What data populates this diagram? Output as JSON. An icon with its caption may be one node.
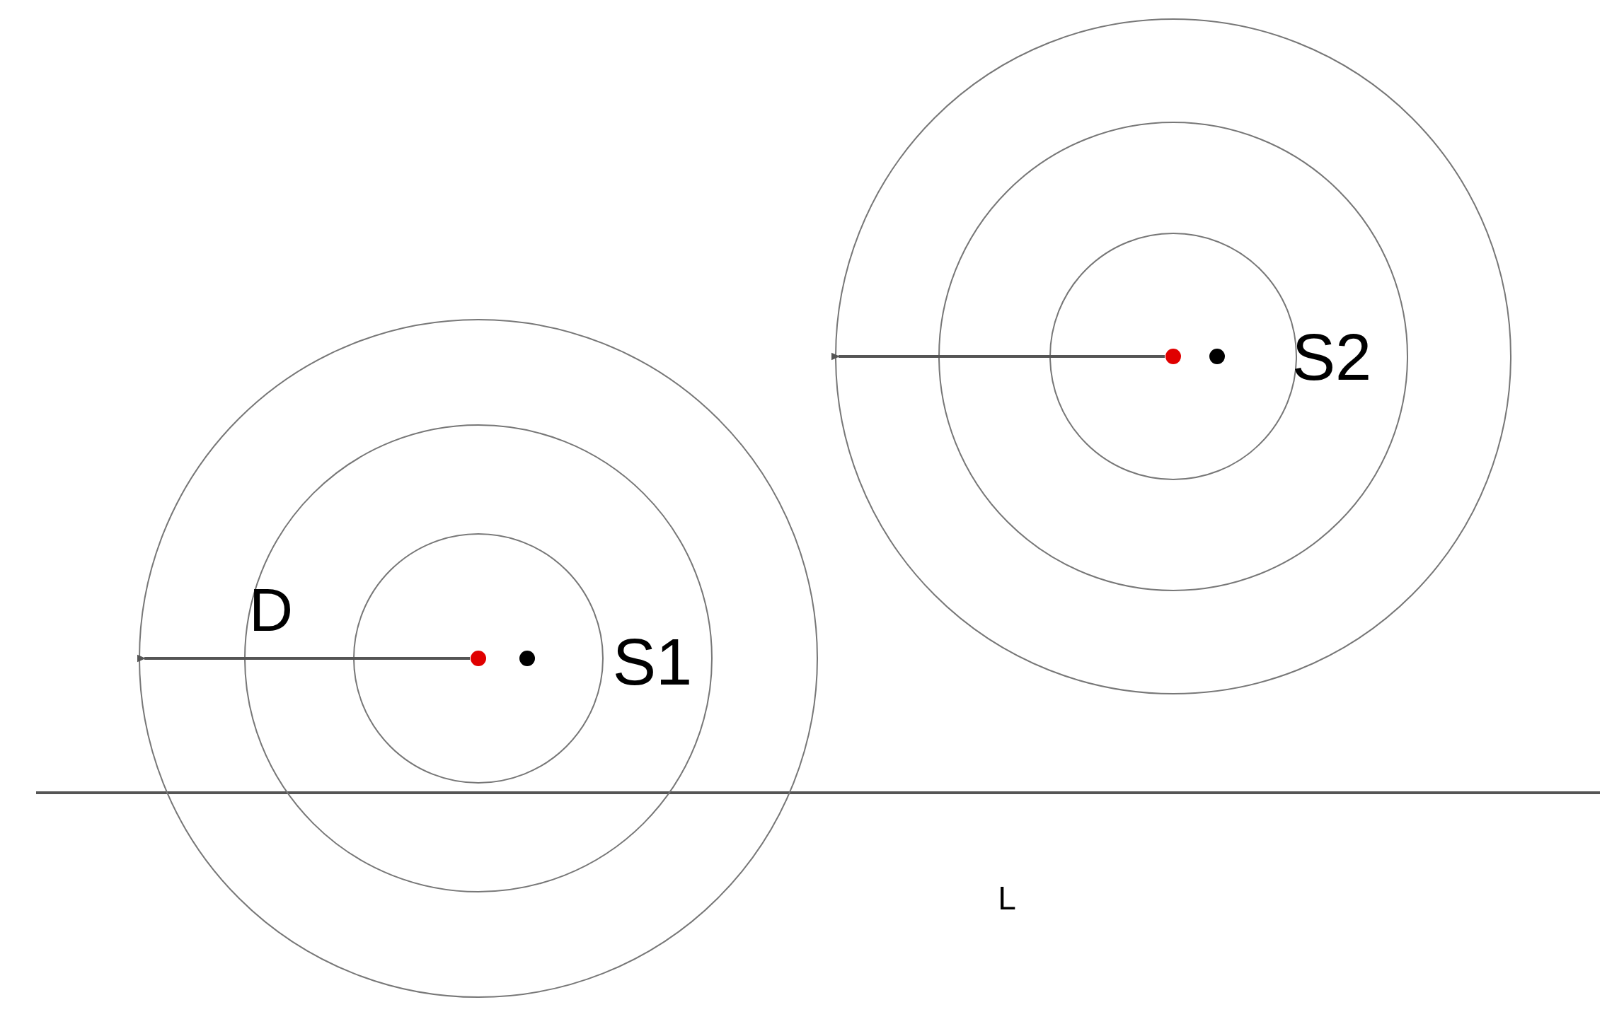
{
  "diagram": {
    "labels": [
      "S2",
      "D",
      "S1",
      "L"
    ]
  }
}
